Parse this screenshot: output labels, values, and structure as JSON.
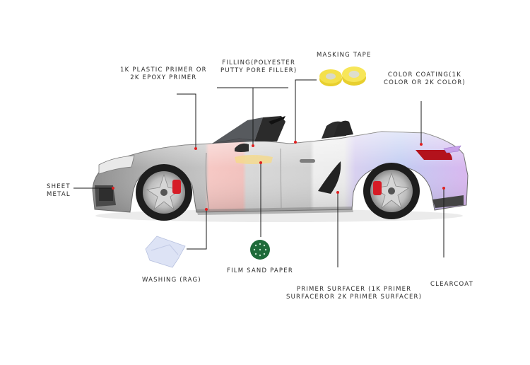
{
  "labels": {
    "primer": [
      "1K PLASTIC PRIMER OR",
      "2K EPOXY PRIMER"
    ],
    "filling": [
      "FILLING(POLYESTER",
      "PUTTY PORE FILLER)"
    ],
    "masking_tape": "MASKING TAPE",
    "color_coating": [
      "COLOR COATING(1K",
      "COLOR OR 2K COLOR)"
    ],
    "sheet_metal": [
      "SHEET",
      "METAL"
    ],
    "washing": "WASHING (RAG)",
    "film_sand_paper": "FILM SAND PAPER",
    "primer_surfacer": [
      "PRIMER SURFACER (1K PRIMER",
      "SURFACEROR 2K PRIMER SURFACER)"
    ],
    "clearcoat": "CLEARCOAT"
  },
  "colors": {
    "sheet_metal": "#9a9a9a",
    "primer": "#f4c4c0",
    "filler": "#d7d7d7",
    "surfacer": "#ececec",
    "color_coat_blue": "#b9c8f2",
    "color_coat_purple": "#d6b8ee",
    "brake": "#d61c26",
    "marker": "#e02020",
    "tape": "#f4e04a",
    "sandpaper": "#1f6b3a"
  },
  "icons": [
    "masking-tape-icon",
    "rag-icon",
    "sand-paper-disc-icon"
  ]
}
